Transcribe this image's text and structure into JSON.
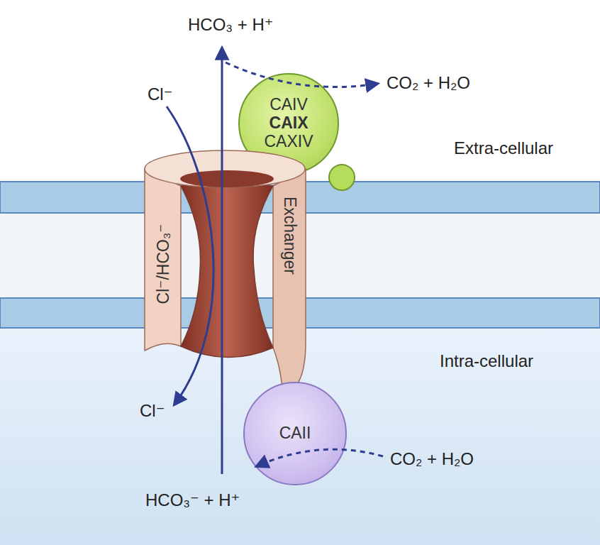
{
  "diagram": {
    "nodes": [
      {
        "text": [
          "CAIV",
          "CAIX",
          "CAXIV"
        ]
      },
      {
        "text": [
          "Cl⁻/HCO₃⁻",
          "Exchanger"
        ]
      },
      {
        "text": [
          "CAII"
        ]
      }
    ],
    "labels": [
      "HCO₃ + H⁺",
      "CO₂ + H₂O",
      "Cl⁻",
      "Extra-cellular",
      "Intra-cellular",
      "Cl⁻",
      "CO₂ + H₂O",
      "HCO₃⁻ + H⁺"
    ]
  }
}
